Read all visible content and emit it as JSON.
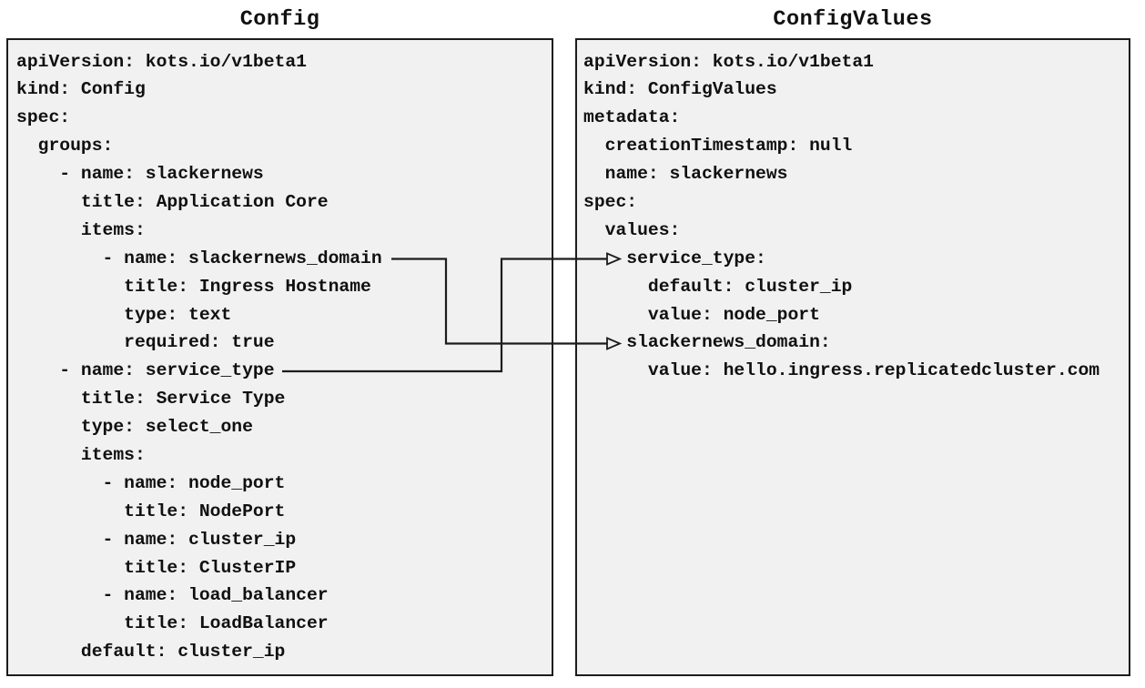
{
  "left_panel": {
    "title": "Config",
    "lines": [
      "apiVersion: kots.io/v1beta1",
      "kind: Config",
      "spec:",
      "  groups:",
      "    - name: slackernews",
      "      title: Application Core",
      "      items:",
      "        - name: slackernews_domain",
      "          title: Ingress Hostname",
      "          type: text",
      "          required: true",
      "    - name: service_type",
      "      title: Service Type",
      "      type: select_one",
      "      items:",
      "        - name: node_port",
      "          title: NodePort",
      "        - name: cluster_ip",
      "          title: ClusterIP",
      "        - name: load_balancer",
      "          title: LoadBalancer",
      "      default: cluster_ip"
    ]
  },
  "right_panel": {
    "title": "ConfigValues",
    "lines": [
      "apiVersion: kots.io/v1beta1",
      "kind: ConfigValues",
      "metadata:",
      "  creationTimestamp: null",
      "  name: slackernews",
      "spec:",
      "  values:",
      "    service_type:",
      "      default: cluster_ip",
      "      value: node_port",
      "    slackernews_domain:",
      "      value: hello.ingress.replicatedcluster.com"
    ]
  },
  "connections": [
    {
      "from": "Config item name: slackernews_domain",
      "to": "ConfigValues key: slackernews_domain"
    },
    {
      "from": "Config item name: service_type",
      "to": "ConfigValues key: service_type"
    }
  ],
  "colors": {
    "box_fill": "#f1f1f2",
    "box_border": "#1c1c1c",
    "text": "#101010",
    "connector": "#1c1c1c",
    "background": "#ffffff"
  }
}
